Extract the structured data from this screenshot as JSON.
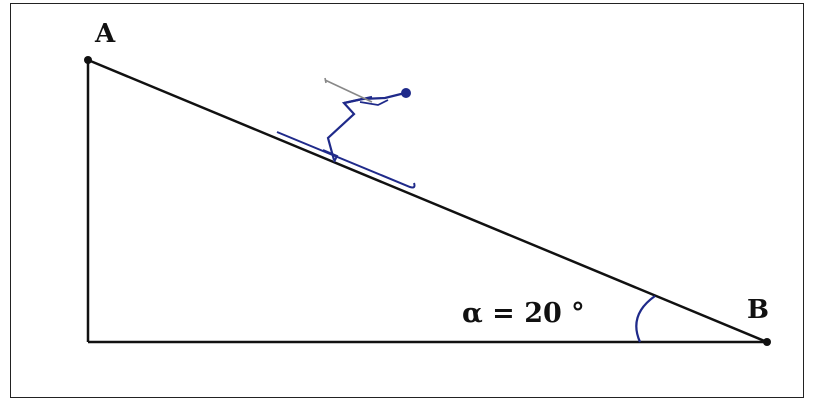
{
  "diagram": {
    "point_a_label": "A",
    "point_b_label": "B",
    "angle_label": "α = 20 °",
    "angle_degrees": 20,
    "colors": {
      "line": "#111111",
      "skier": "#1f2a8a",
      "angle_arc": "#1f2a8a",
      "pole": "#888888"
    },
    "icon": "skier-icon"
  }
}
